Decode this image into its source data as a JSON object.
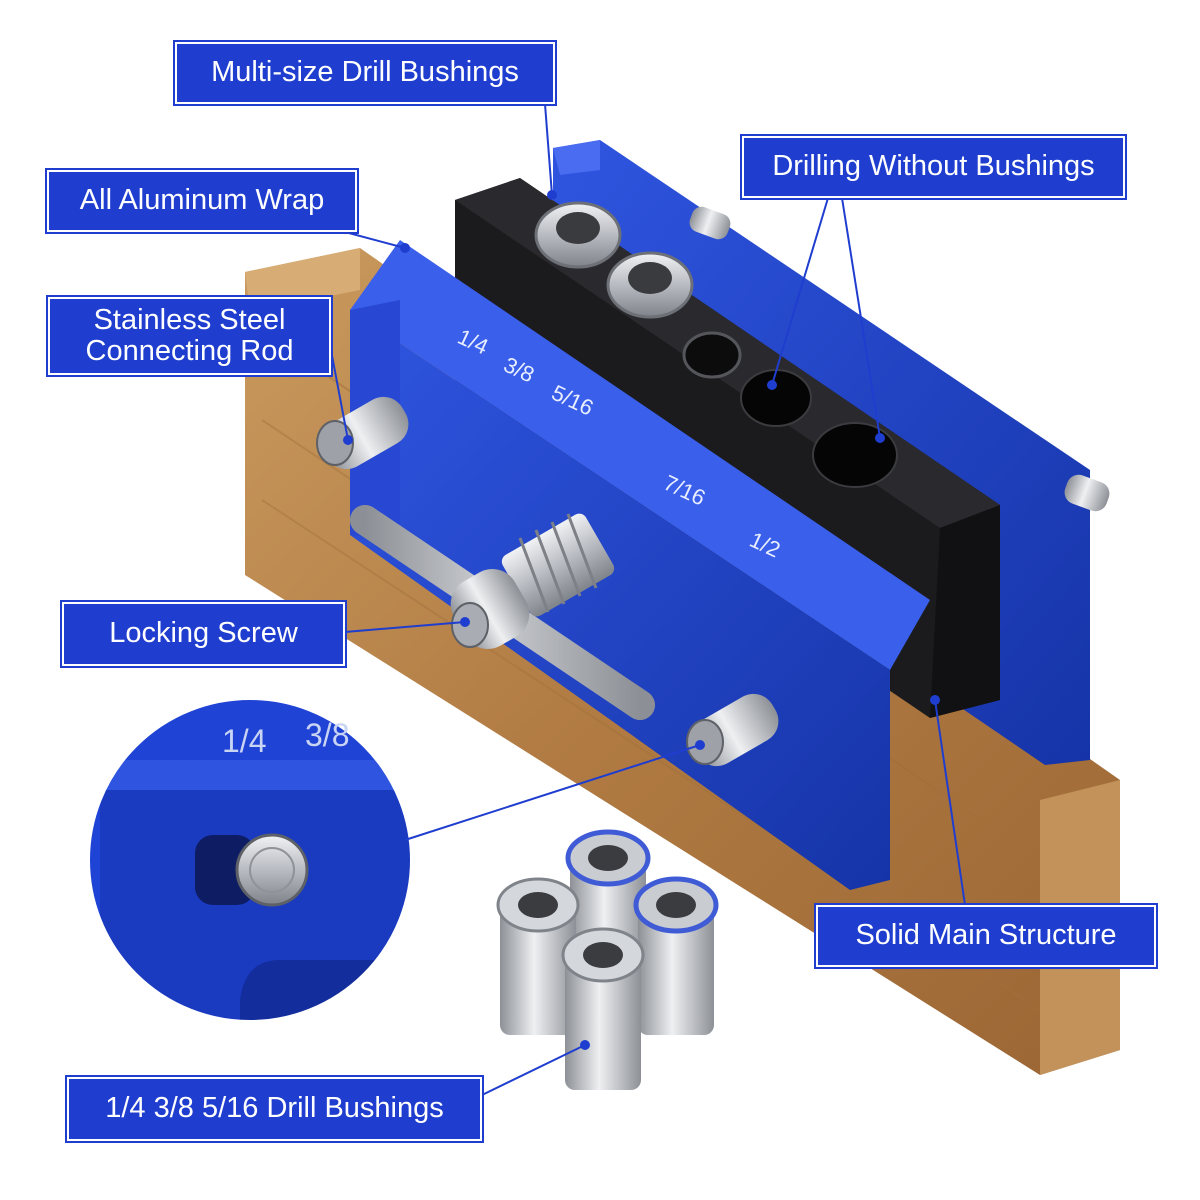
{
  "callouts": {
    "multi_size_bushings": "Multi-size Drill Bushings",
    "drilling_without_bushings": "Drilling Without Bushings",
    "aluminum_wrap": "All Aluminum Wrap",
    "connecting_rod": "Stainless Steel Connecting Rod",
    "locking_screw": "Locking Screw",
    "main_structure": "Solid Main Structure",
    "drill_bushings_sizes": "1/4 3/8 5/16 Drill Bushings"
  },
  "scale_marks": [
    "1/4",
    "3/8",
    "5/16",
    "7/16",
    "1/2"
  ],
  "zoom_marks": [
    "1/4",
    "3/8"
  ],
  "colors": {
    "callout_blue": "#1f3ecf",
    "jig_blue": "#1d3fc8",
    "block_black": "#1b1b1d",
    "wood": "#b9884f",
    "steel": "#c4c6ca"
  }
}
